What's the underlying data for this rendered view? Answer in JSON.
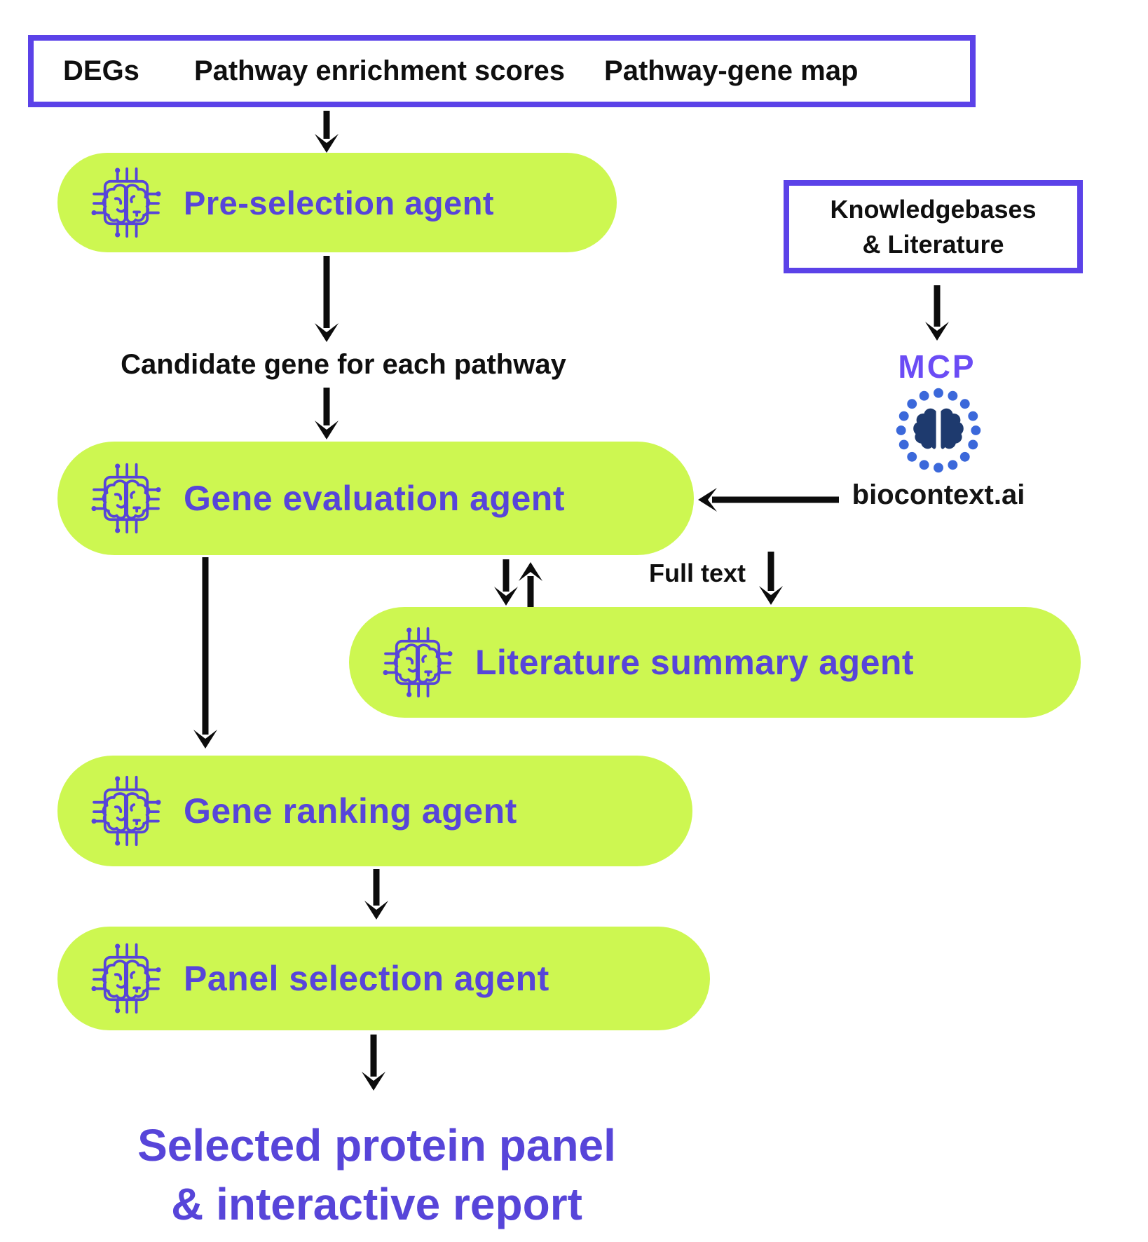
{
  "colors": {
    "agent_pill_green": "#cdf751",
    "agent_label_purple": "#5745d9",
    "box_border_purple": "#5b42e8",
    "mcp_purple": "#6b4cf5",
    "arrow_black": "#0c0c0c",
    "logo_brain_navy": "#1e3a6e",
    "logo_dots_blue": "#3b68da"
  },
  "inputs_box": {
    "items": [
      "DEGs",
      "Pathway enrichment scores",
      "Pathway-gene map"
    ]
  },
  "knowledge_box": {
    "line1": "Knowledgebases",
    "line2": "& Literature"
  },
  "agents": {
    "pre_selection": {
      "label": "Pre-selection agent"
    },
    "gene_evaluation": {
      "label": "Gene evaluation agent"
    },
    "literature_summary": {
      "label": "Literature summary agent"
    },
    "gene_ranking": {
      "label": "Gene ranking agent"
    },
    "panel_selection": {
      "label": "Panel selection agent"
    }
  },
  "edge_labels": {
    "candidate_gene": "Candidate gene for each pathway",
    "full_text": "Full text",
    "mcp": "MCP",
    "biocontext": "biocontext.ai"
  },
  "output": {
    "line1": "Selected protein panel",
    "line2": "& interactive report"
  },
  "icons": {
    "agent_icon": "chip-brain-icon",
    "biocontext_logo": "brain-dots-logo"
  }
}
